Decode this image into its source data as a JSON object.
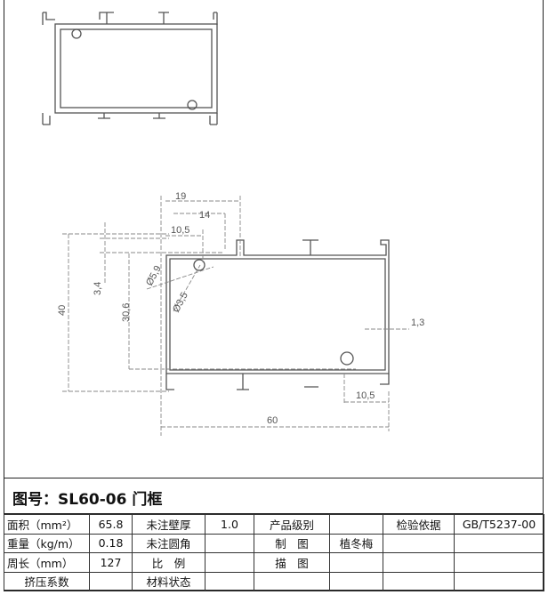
{
  "drawing": {
    "dimensions": {
      "width_19": "19",
      "width_14": "14",
      "width_10_5_top": "10,5",
      "height_3_4": "3,4",
      "height_40": "40",
      "height_30_6": "30,6",
      "diameter_5_9": "Ø5,9",
      "diameter_3_5": "Ø3,5",
      "wall_1_3": "1,3",
      "width_10_5_bottom": "10,5",
      "width_60": "60"
    }
  },
  "title": "图号：SL60-06 门框",
  "table": {
    "rows": [
      [
        "面积（mm²）",
        "65.8",
        "未注壁厚",
        "1.0",
        "产品级别",
        "",
        "检验依据",
        "GB/T5237-00"
      ],
      [
        "重量（kg/m）",
        "0.18",
        "未注圆角",
        "",
        "制　图",
        "植冬梅",
        "",
        ""
      ],
      [
        "周长（mm）",
        "127",
        "比　例",
        "",
        "描　图",
        "",
        "",
        ""
      ],
      [
        "挤压系数",
        "",
        "材料状态",
        "",
        "",
        "",
        "",
        ""
      ]
    ]
  }
}
